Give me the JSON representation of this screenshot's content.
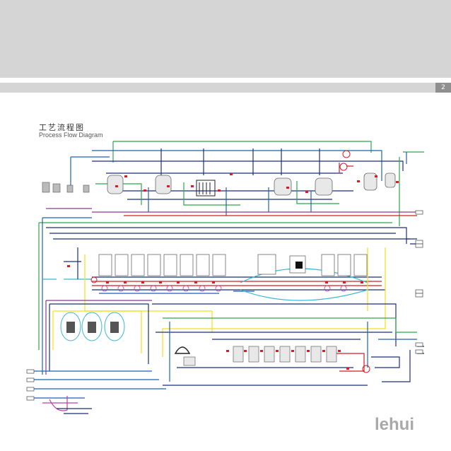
{
  "header": {
    "page_number": "2"
  },
  "title": {
    "chinese": "工艺流程图",
    "english": "Process Flow Diagram"
  },
  "logo": {
    "text": "lehui"
  },
  "colors": {
    "banner": "#d5d5d5",
    "page_number_box": "#8f8f8f",
    "pipe_green": "#2aa84a",
    "pipe_blue": "#1e62b4",
    "pipe_navy": "#1c2f7a",
    "pipe_purple": "#8b3a8f",
    "pipe_red": "#d21f26",
    "pipe_yellow": "#f2e01c",
    "pipe_cyan": "#39b7d0",
    "pipe_magenta": "#c03fa0",
    "valve_red": "#d51e26",
    "logo_grey": "#a9a9a9"
  }
}
